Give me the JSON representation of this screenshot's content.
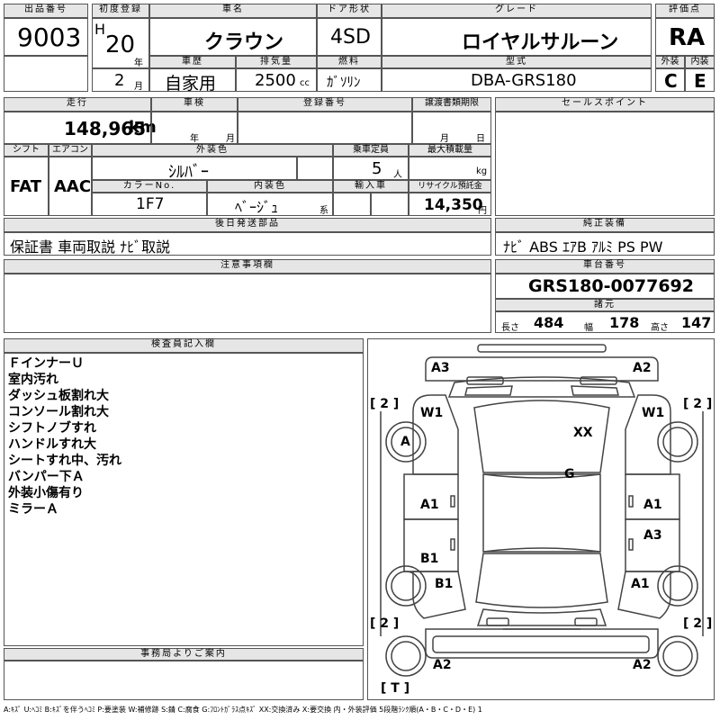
{
  "header": {
    "lot_label": "出品番号",
    "lot_value": "9003",
    "first_reg_label": "初度登録",
    "era": "H",
    "year_value": "20",
    "year_unit": "年",
    "month_value": "2",
    "month_unit": "月",
    "name_label": "車名",
    "name_value": "クラウン",
    "door_label": "ドア形状",
    "door_value": "4SD",
    "grade_label": "グレード",
    "grade_value": "ロイヤルサルーン",
    "score_label": "評価点",
    "score_value": "RA",
    "history_label": "車歴",
    "history_value": "自家用",
    "displacement_label": "排気量",
    "displacement_value": "2500",
    "displacement_unit": "cc",
    "fuel_label": "燃料",
    "fuel_value": "ｶﾞｿﾘﾝ",
    "model_label": "型式",
    "model_value": "DBA-GRS180",
    "exterior_label": "外装",
    "exterior_value": "C",
    "interior_label": "内装",
    "interior_value": "E"
  },
  "row2": {
    "mileage_label": "走行",
    "mileage_value": "148,965",
    "mileage_unit": "km",
    "inspection_label": "車検",
    "inspection_year_unit": "年",
    "inspection_month_unit": "月",
    "registration_label": "登録番号",
    "transfer_label": "譲渡書類期限",
    "transfer_month_unit": "月",
    "transfer_day_unit": "日",
    "sales_point_label": "セールスポイント"
  },
  "row3": {
    "shift_label": "シフト",
    "shift_value": "FAT",
    "ac_label": "エアコン",
    "ac_value": "AAC",
    "color_label": "外装色",
    "color_value": "ｼﾙﾊﾞｰ",
    "capacity_label": "乗車定員",
    "capacity_value": "5",
    "capacity_unit": "人",
    "load_label": "最大積載量",
    "load_unit": "kg",
    "color_no_label": "カラーNo.",
    "color_no_value": "1F7",
    "interior_color_label": "内装色",
    "interior_color_value": "ﾍﾞｰｼﾞｭ",
    "interior_color_unit": "系",
    "import_label": "輸入車",
    "recycle_label": "リサイクル預託金",
    "recycle_value": "14,350",
    "recycle_unit": "円"
  },
  "row4": {
    "parts_label": "後日発送部品",
    "parts_value": "保証書 車両取説 ﾅﾋﾞ取説",
    "equipment_label": "純正装備",
    "equipment_value": "ﾅﾋﾞ ABS ｴｱB ｱﾙﾐ PS PW"
  },
  "row5": {
    "notes_label": "注意事項欄",
    "chassis_label": "車台番号",
    "chassis_value": "GRS180-0077692",
    "specs_label": "諸元",
    "length_label": "長さ",
    "length_value": "484",
    "width_label": "幅",
    "width_value": "178",
    "height_label": "高さ",
    "height_value": "147"
  },
  "inspector": {
    "label": "検査員記入欄",
    "lines": [
      "ＦインナーＵ",
      "室内汚れ",
      "ダッシュ板割れ大",
      "コンソール割れ大",
      "シフトノブすれ",
      "ハンドルすれ大",
      "シートすれ中、汚れ",
      "バンパー下Ａ",
      "外装小傷有り",
      "ミラーＡ"
    ]
  },
  "office": {
    "label": "事務局よりご案内"
  },
  "diagram": {
    "marks": {
      "front_left": "A3",
      "front_right": "A2",
      "wheel_fl": "W1",
      "wheel_fr": "W1",
      "tire_fl": "A",
      "roof": "XX",
      "cabin": "G",
      "door_fl": "A1",
      "door_fr": "A1",
      "door_rr": "A3",
      "rocker_l": "B1",
      "door_rl": "B1",
      "door_rr2": "A1",
      "rear_left": "A2",
      "rear_right": "A2"
    },
    "tread_fl": "[ 2 ]",
    "tread_fr": "[ 2 ]",
    "tread_rl": "[ 2 ]",
    "tread_rr": "[ 2 ]",
    "trunk": "[ T ]"
  },
  "legend": "A:ｷｽﾞ U:ﾍｺﾐ B:ｷｽﾞを伴うﾍｺﾐ P:要塗装 W:補修跡 S:錆 C:腐食 G:ﾌﾛﾝﾄｶﾞﾗｽ点ｷｽﾞ XX:交換済み X:要交換 内・外装評価 5段階ﾗﾝｸ順(A・B・C・D・E) 1"
}
